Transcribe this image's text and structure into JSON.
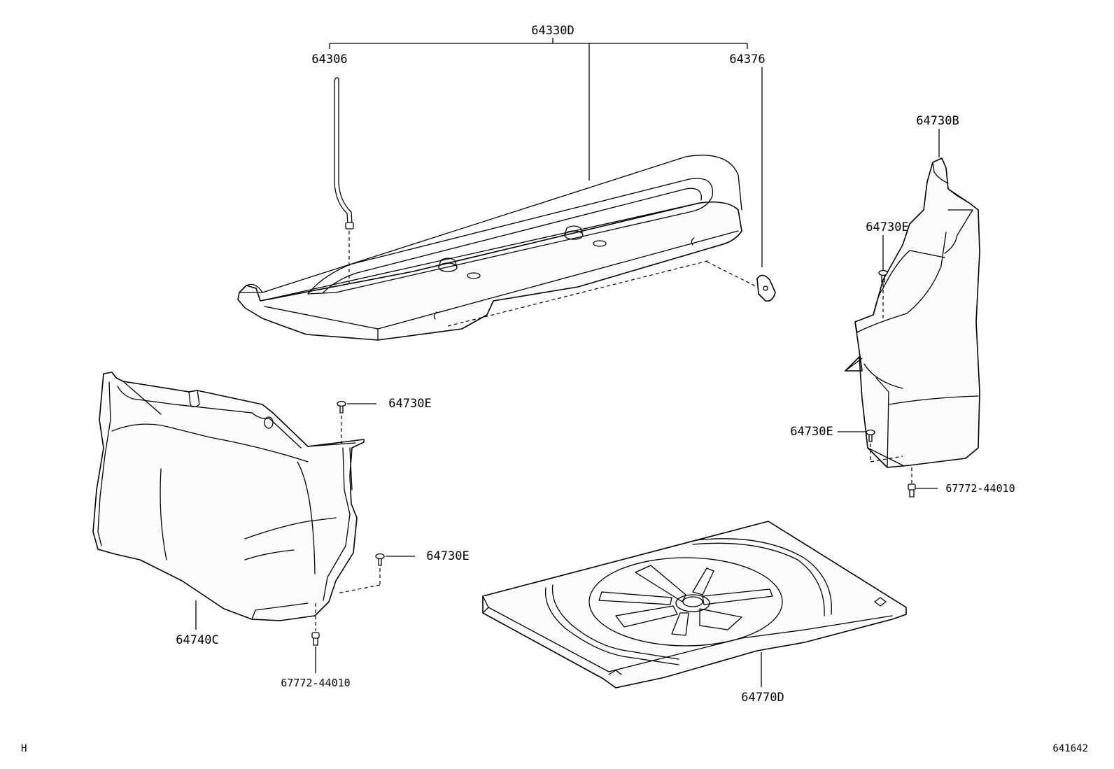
{
  "diagram": {
    "labels": {
      "assembly_64330D": "64330D",
      "part_64306": "64306",
      "part_64376": "64376",
      "part_64730B": "64730B",
      "clip_64730E_right_upper": "64730E",
      "clip_64730E_right_lower": "64730E",
      "clip_64730E_left_upper": "64730E",
      "clip_64730E_left_lower": "64730E",
      "part_64740C": "64740C",
      "part_64770D": "64770D",
      "clip_67772_44010_right": "67772-44010",
      "clip_67772_44010_left": "67772-44010"
    },
    "corner_left": "H",
    "corner_right": "641642"
  }
}
